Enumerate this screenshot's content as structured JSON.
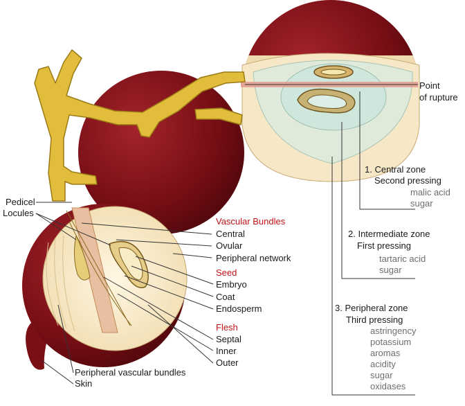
{
  "labels": {
    "pedicel": "Pedicel",
    "locules": "Locules",
    "vascular_bundles": "Vascular Bundles",
    "central": "Central",
    "ovular": "Ovular",
    "peripheral_network": "Peripheral network",
    "seed": "Seed",
    "embryo": "Embryo",
    "coat": "Coat",
    "endosperm": "Endosperm",
    "flesh": "Flesh",
    "septal": "Septal",
    "inner": "Inner",
    "outer": "Outer",
    "peripheral_vascular_bundles": "Peripheral vascular bundles",
    "skin": "Skin",
    "point_of_rupture_1": "Point",
    "point_of_rupture_2": "of rupture"
  },
  "zones": [
    {
      "title": "1. Central zone",
      "pressing": "Second pressing",
      "components": [
        "malic acid",
        "sugar"
      ]
    },
    {
      "title": "2. Intermediate zone",
      "pressing": "First pressing",
      "components": [
        "tartaric acid",
        "sugar"
      ]
    },
    {
      "title": "3. Peripheral zone",
      "pressing": "Third pressing",
      "components": [
        "astringency",
        "potassium",
        "aromas",
        "acidity",
        "sugar",
        "oxidases"
      ]
    }
  ],
  "colors": {
    "grape_skin": "#7a0f16",
    "stem": "#e2bd3c",
    "flesh": "#f6e8c6",
    "central_zone": "#cfe6dc",
    "category_label": "#c0141a",
    "component_label": "#6e6e6e"
  }
}
